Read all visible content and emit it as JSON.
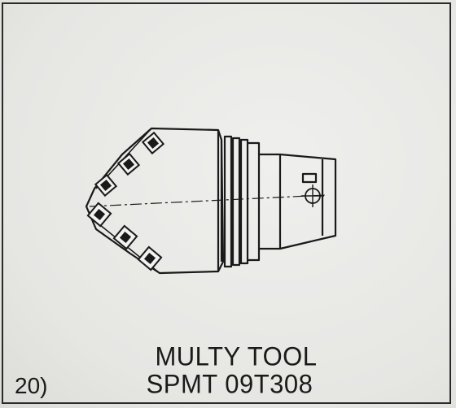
{
  "figure": {
    "number": "20)",
    "title": "MULTY TOOL",
    "code": "SPMT 09T308"
  },
  "colors": {
    "paper": "#e9e9e7",
    "ink": "#1a1a1a"
  }
}
